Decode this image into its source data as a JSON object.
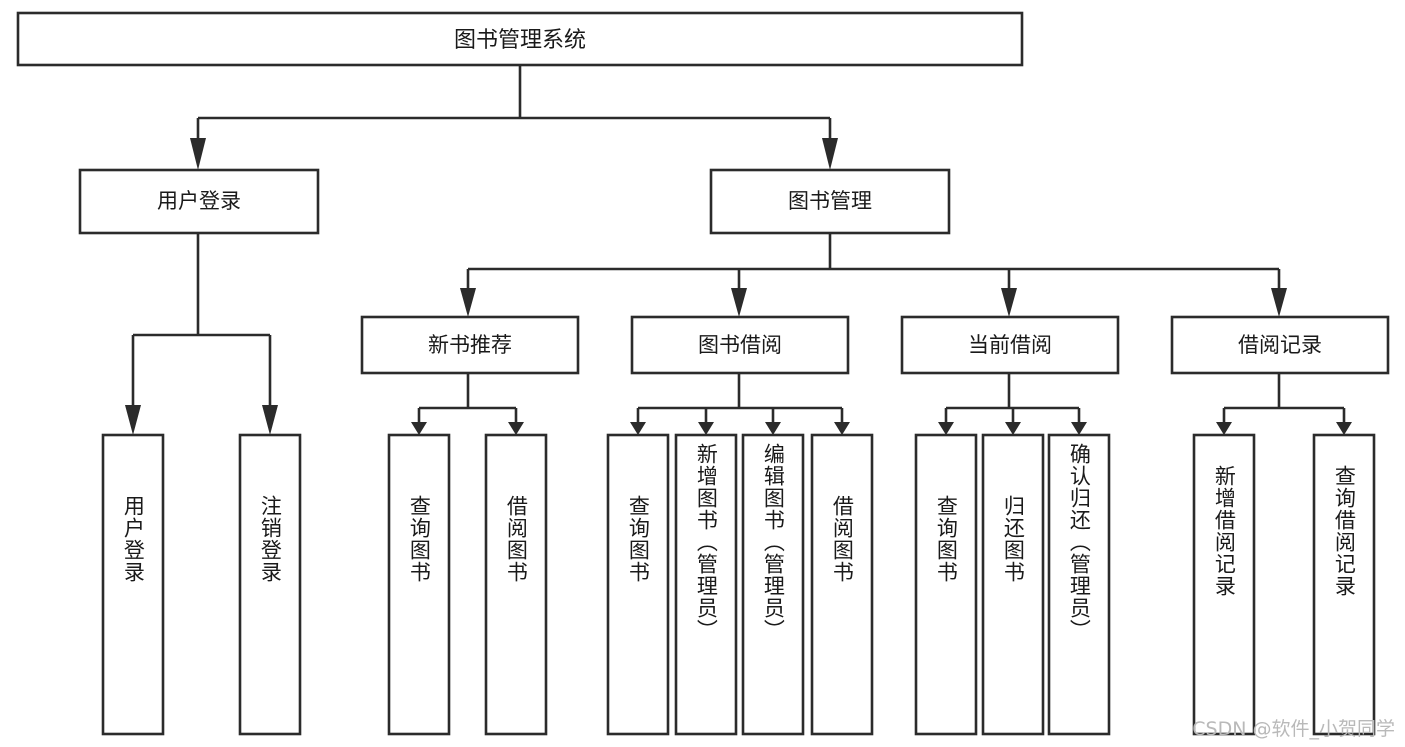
{
  "diagram": {
    "type": "tree-hierarchy",
    "title": "图书管理系统",
    "root": {
      "id": "root",
      "label": "图书管理系统",
      "orientation": "horizontal"
    },
    "level1": [
      {
        "id": "user-login",
        "label": "用户登录",
        "orientation": "horizontal"
      },
      {
        "id": "book-management",
        "label": "图书管理",
        "orientation": "horizontal"
      }
    ],
    "level2": [
      {
        "id": "new-book-recommend",
        "label": "新书推荐",
        "parent": "book-management",
        "orientation": "horizontal"
      },
      {
        "id": "book-borrow",
        "label": "图书借阅",
        "parent": "book-management",
        "orientation": "horizontal"
      },
      {
        "id": "current-borrow",
        "label": "当前借阅",
        "parent": "book-management",
        "orientation": "horizontal"
      },
      {
        "id": "borrow-record",
        "label": "借阅记录",
        "parent": "book-management",
        "orientation": "horizontal"
      }
    ],
    "leaves": [
      {
        "id": "leaf-user-login",
        "label": "用户登录",
        "parent": "user-login",
        "orientation": "vertical"
      },
      {
        "id": "leaf-logout-login",
        "label": "注销登录",
        "parent": "user-login",
        "orientation": "vertical"
      },
      {
        "id": "leaf-query-book-1",
        "label": "查询图书",
        "parent": "new-book-recommend",
        "orientation": "vertical"
      },
      {
        "id": "leaf-borrow-book-1",
        "label": "借阅图书",
        "parent": "new-book-recommend",
        "orientation": "vertical"
      },
      {
        "id": "leaf-query-book-2",
        "label": "查询图书",
        "parent": "book-borrow",
        "orientation": "vertical"
      },
      {
        "id": "leaf-add-book",
        "label": "新增图书（管理员）",
        "parent": "book-borrow",
        "orientation": "vertical"
      },
      {
        "id": "leaf-edit-book",
        "label": "编辑图书（管理员）",
        "parent": "book-borrow",
        "orientation": "vertical"
      },
      {
        "id": "leaf-borrow-book-2",
        "label": "借阅图书",
        "parent": "book-borrow",
        "orientation": "vertical"
      },
      {
        "id": "leaf-query-book-3",
        "label": "查询图书",
        "parent": "current-borrow",
        "orientation": "vertical"
      },
      {
        "id": "leaf-return-book",
        "label": "归还图书",
        "parent": "current-borrow",
        "orientation": "vertical"
      },
      {
        "id": "leaf-confirm-return",
        "label": "确认归还（管理员）",
        "parent": "current-borrow",
        "orientation": "vertical"
      },
      {
        "id": "leaf-add-record",
        "label": "新增借阅记录",
        "parent": "borrow-record",
        "orientation": "vertical"
      },
      {
        "id": "leaf-query-record",
        "label": "查询借阅记录",
        "parent": "borrow-record",
        "orientation": "vertical"
      }
    ],
    "colors": {
      "stroke": "#2b2b2b",
      "fill": "#ffffff",
      "text": "#1a1a1a",
      "watermark": "#b9b9b9"
    }
  },
  "watermark": {
    "text": "CSDN @软件_小贺同学"
  }
}
